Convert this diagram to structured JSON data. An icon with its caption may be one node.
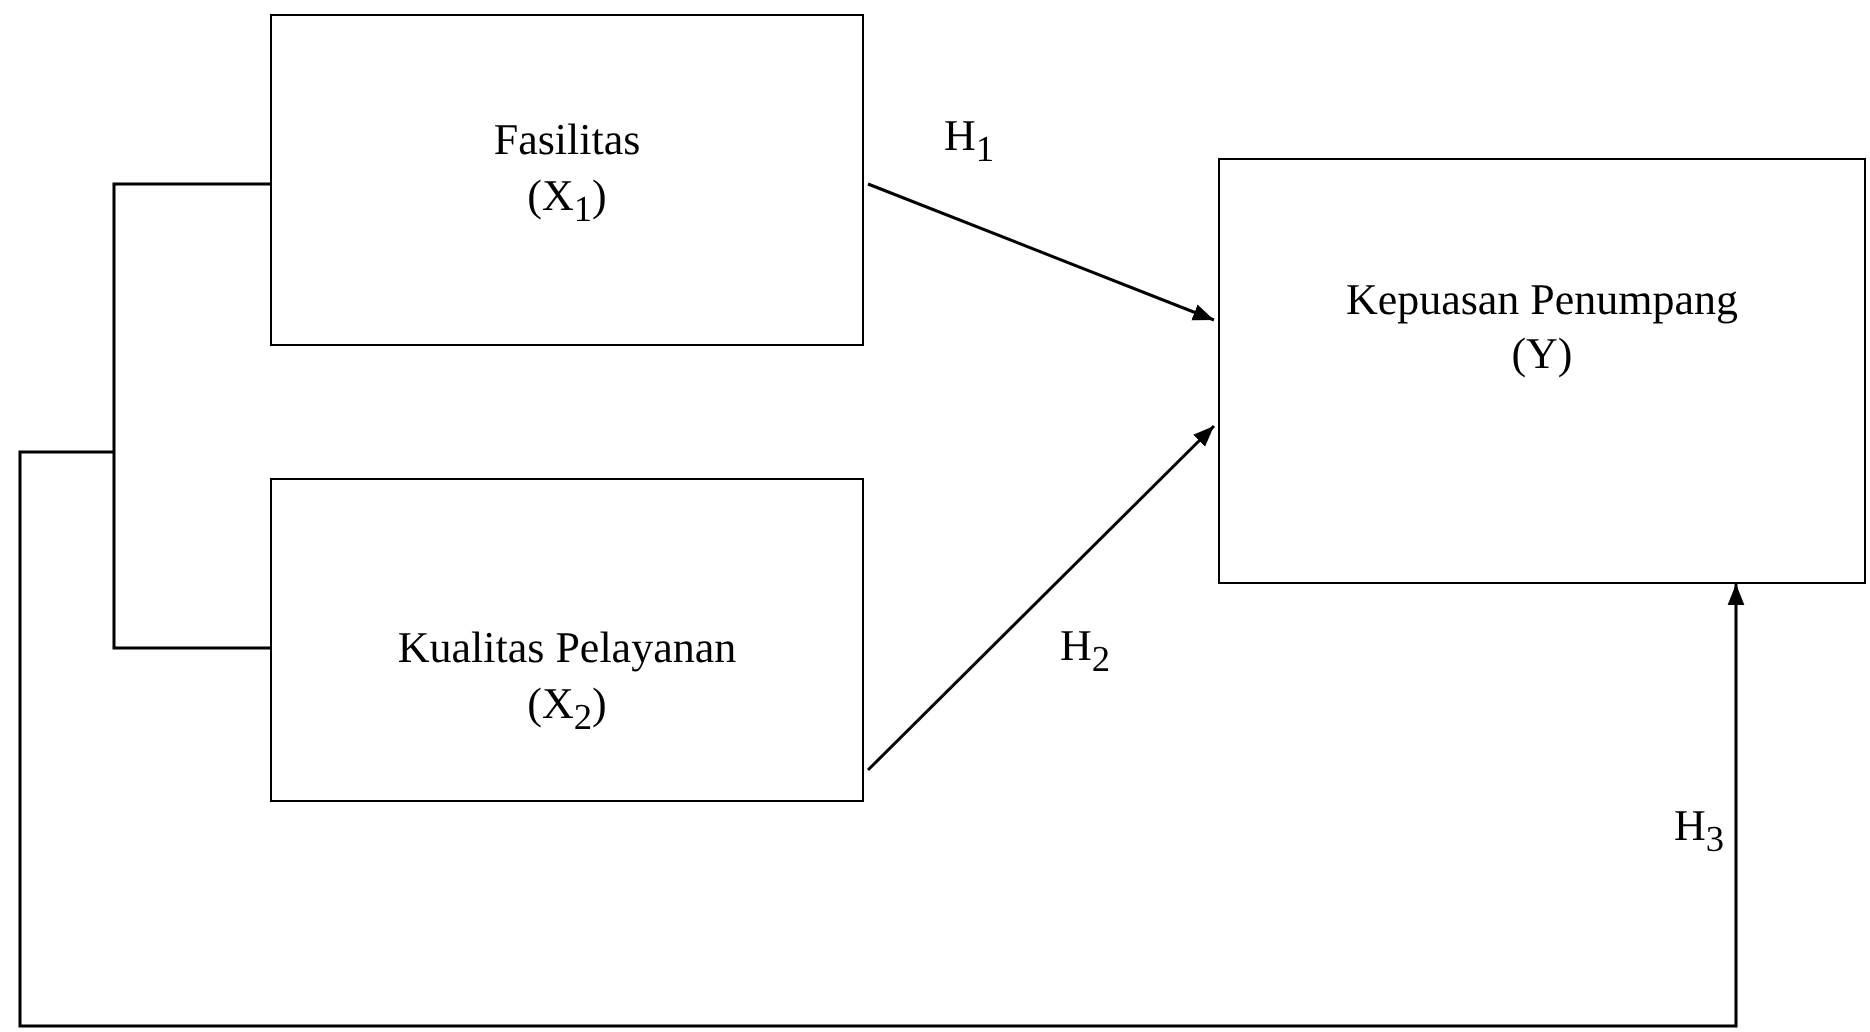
{
  "diagram": {
    "nodes": [
      {
        "text": [
          "Fasilitas",
          "(X$_{1}$)"
        ]
      },
      {
        "text": [
          "Kualitas Pelayanan",
          "(X$_{2}$)"
        ]
      },
      {
        "text": [
          "Kepuasan Penumpang",
          "(Y)"
        ]
      }
    ],
    "edges": [
      {
        "from": 0,
        "to": 2,
        "arrow": "to",
        "label": "H$_{1}$"
      },
      {
        "from": 1,
        "to": 2,
        "arrow": "to",
        "label": "H$_{2}$"
      },
      {
        "from": 0,
        "to": 2,
        "arrow": "to",
        "label": "H$_{3}$"
      },
      {
        "from": 1,
        "to": 2,
        "arrow": "to"
      }
    ]
  }
}
